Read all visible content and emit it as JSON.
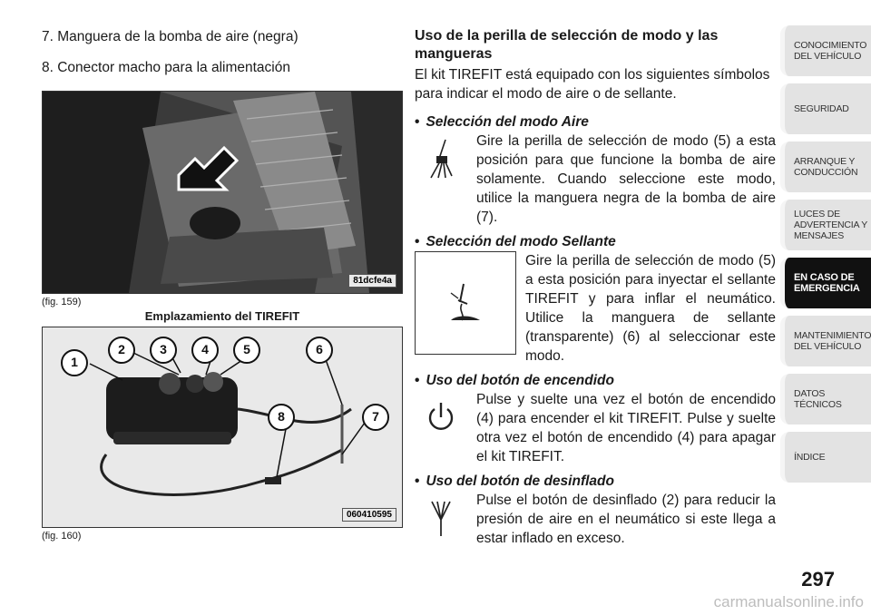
{
  "left": {
    "items": [
      "7. Manguera de la bomba de aire (negra)",
      "8. Conector macho para la alimentación"
    ],
    "fig159": {
      "caption": "(fig. 159)",
      "title_a": "Emplazamiento del",
      "title_b": "TIREFIT",
      "code": "81dcfe4a"
    },
    "fig160": {
      "caption": "(fig. 160)",
      "code": "060410595",
      "callouts": [
        "1",
        "2",
        "3",
        "4",
        "5",
        "6",
        "7",
        "8"
      ]
    }
  },
  "right": {
    "heading": "Uso de la perilla de selección de modo y las mangueras",
    "intro": "El kit TIREFIT está equipado con los siguientes símbolos para indicar el modo de aire o de sellante.",
    "b1_title": "Selección del modo Aire",
    "b1_text": "Gire la perilla de selección de modo (5) a esta posición para que funcione la bomba de aire solamente. Cuando seleccione este modo, utilice la manguera negra de la bomba de aire (7).",
    "b2_title": "Selección del modo Sellante",
    "b2_text": "Gire la perilla de selección de modo (5) a esta posición para inyectar el sellante TIREFIT y para inflar el neumático. Utilice la manguera de sellante (transparente) (6) al seleccionar este modo.",
    "b3_title": "Uso del botón de encendido",
    "b3_text": "Pulse y suelte una vez el botón de encendido (4) para encender el kit TIREFIT. Pulse y suelte otra vez el botón de encendido (4) para apagar el kit TIREFIT.",
    "b4_title": "Uso del botón de desinflado",
    "b4_text": "Pulse el botón de desinflado (2) para reducir la presión de aire en el neumático si este llega a estar inflado en exceso."
  },
  "tabs": [
    "CONOCIMIENTO DEL VEHÍCULO",
    "SEGURIDAD",
    "ARRANQUE Y CONDUCCIÓN",
    "LUCES DE ADVERTENCIA Y MENSAJES",
    "EN CASO DE EMERGENCIA",
    "MANTENIMIENTO DEL VEHÍCULO",
    "DATOS TÉCNICOS",
    "ÍNDICE"
  ],
  "page_number": "297",
  "watermark": "carmanualsonline.info"
}
